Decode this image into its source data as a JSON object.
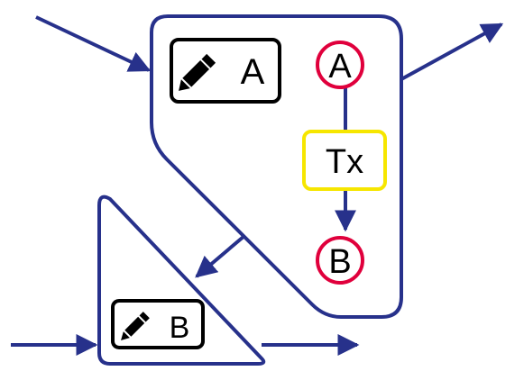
{
  "colors": {
    "flow": "#27318B",
    "node_border": "#E0003C",
    "tx_border": "#F6E600",
    "box_border": "#000000",
    "text": "#000000",
    "background": "#FFFFFF"
  },
  "editor_a": {
    "icon": "pencil-icon",
    "label": "A"
  },
  "editor_b": {
    "icon": "pencil-icon",
    "label": "B"
  },
  "node_a": {
    "label": "A"
  },
  "transaction": {
    "label": "Tx"
  },
  "node_b": {
    "label": "B"
  }
}
